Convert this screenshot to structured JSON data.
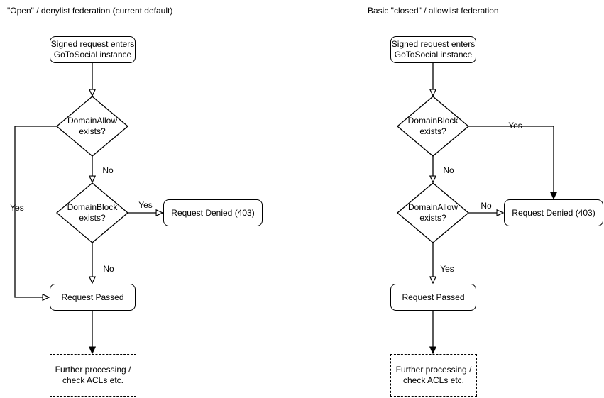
{
  "colors": {
    "stroke": "#000000",
    "background": "#ffffff",
    "text": "#000000"
  },
  "left_flow": {
    "title": "\"Open\" / denylist federation (current default)",
    "start": {
      "line1": "Signed request enters",
      "line2": "GoToSocial instance"
    },
    "decision1": {
      "line1": "DomainAllow",
      "line2": "exists?",
      "yes_label": "Yes",
      "no_label": "No"
    },
    "decision2": {
      "line1": "DomainBlock",
      "line2": "exists?",
      "yes_label": "Yes",
      "no_label": "No"
    },
    "denied_label": "Request Denied (403)",
    "passed_label": "Request Passed",
    "further": {
      "line1": "Further processing /",
      "line2": "check ACLs etc."
    }
  },
  "right_flow": {
    "title": "Basic \"closed\" / allowlist federation",
    "start": {
      "line1": "Signed request enters",
      "line2": "GoToSocial instance"
    },
    "decision1": {
      "line1": "DomainBlock",
      "line2": "exists?",
      "yes_label": "Yes",
      "no_label": "No"
    },
    "decision2": {
      "line1": "DomainAllow",
      "line2": "exists?",
      "yes_label": "Yes",
      "no_label": "No"
    },
    "denied_label": "Request Denied (403)",
    "passed_label": "Request Passed",
    "further": {
      "line1": "Further processing /",
      "line2": "check ACLs etc."
    }
  }
}
